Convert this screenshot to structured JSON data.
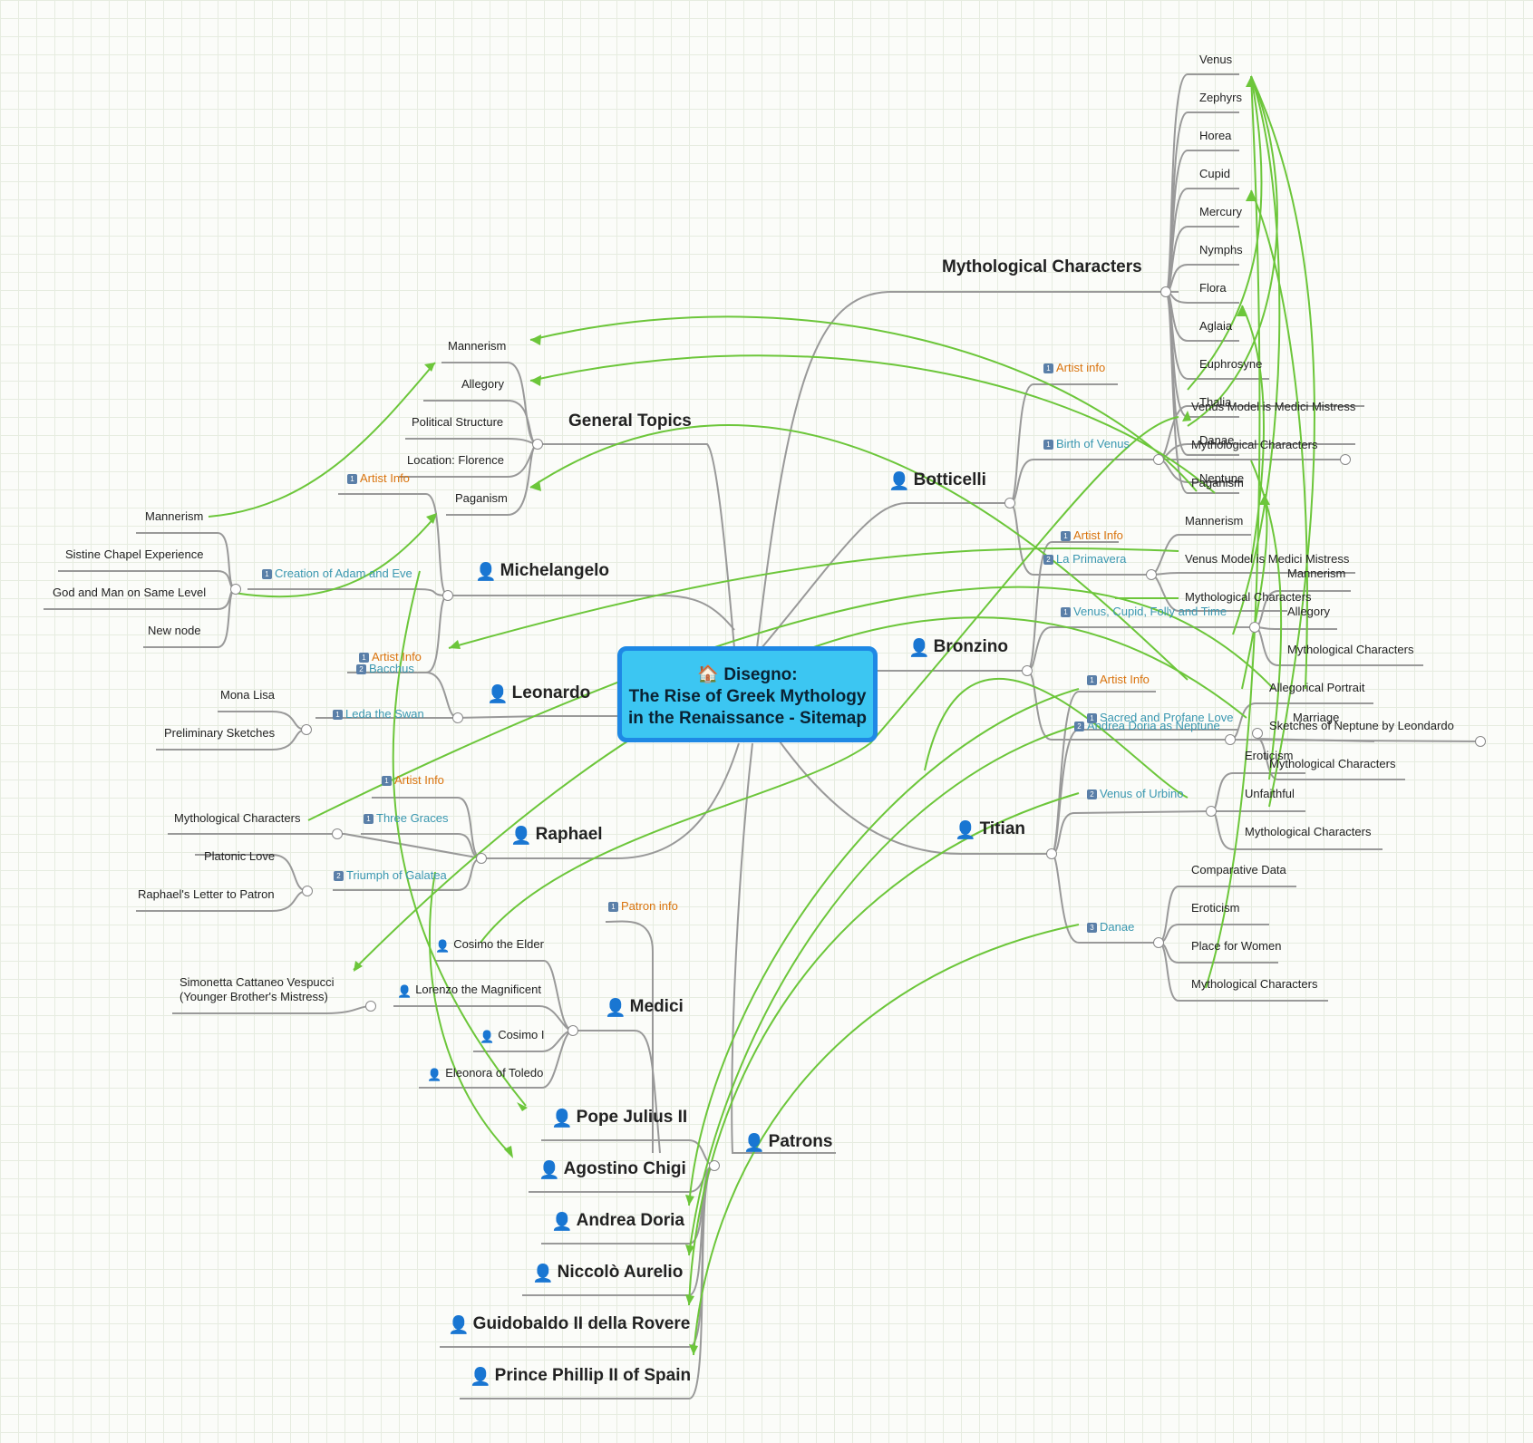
{
  "central": {
    "icon": "🏠",
    "line1": "Disegno:",
    "line2": "The Rise of Greek Mythology",
    "line3": "in the Renaissance - Sitemap"
  },
  "topics": {
    "general": "General Topics",
    "mythological": "Mythological Characters",
    "botticelli": "Botticelli",
    "bronzino": "Bronzino",
    "titian": "Titian",
    "michelangelo": "Michelangelo",
    "leonardo": "Leonardo",
    "raphael": "Raphael",
    "medici": "Medici",
    "patrons": "Patrons"
  },
  "general_topics": [
    "Mannerism",
    "Allegory",
    "Political Structure",
    "Location: Florence",
    "Paganism"
  ],
  "michelangelo": {
    "artist_info": "Artist Info",
    "work": "Creation of Adam and Eve",
    "sub": [
      "Mannerism",
      "Sistine Chapel Experience",
      "God and Man on Same Level",
      "New node"
    ]
  },
  "leonardo": {
    "artist_info": "Artist Info",
    "bacchus": "Bacchus",
    "work": "Leda the Swan",
    "sub": [
      "Mona Lisa",
      "Preliminary Sketches"
    ]
  },
  "raphael": {
    "artist_info": "Artist Info",
    "graces": "Three Graces",
    "galatea": "Triumph of Galatea",
    "sub": [
      "Mythological Characters",
      "Platonic Love",
      "Raphael's Letter to Patron"
    ]
  },
  "medici": {
    "patron_info": "Patron info",
    "members": [
      "Cosimo the Elder",
      "Lorenzo the Magnificent",
      "Cosimo I",
      "Eleonora of Toledo"
    ],
    "simonetta_line1": "Simonetta Cattaneo Vespucci",
    "simonetta_line2": "(Younger Brother's Mistress)"
  },
  "patrons": [
    "Pope Julius II",
    "Agostino Chigi",
    "Andrea Doria",
    "Niccolò Aurelio",
    "Guidobaldo II della Rovere",
    "Prince Phillip II of Spain"
  ],
  "mythological": [
    "Venus",
    "Zephyrs",
    "Horea",
    "Cupid",
    "Mercury",
    "Nymphs",
    "Flora",
    "Aglaia",
    "Euphrosyne",
    "Thalia",
    "Danae",
    "Neptune"
  ],
  "botticelli": {
    "artist_info": "Artist info",
    "birth": "Birth of Venus",
    "primavera": "La Primavera",
    "birth_sub": [
      "Venus Model is Medici Mistress",
      "Mythological Characters",
      "Paganism",
      "Mannerism"
    ],
    "primavera_sub": [
      "Venus Model is Medici Mistress",
      "Mythological Characters"
    ]
  },
  "bronzino": {
    "artist_info": "Artist Info",
    "venus_cupid": "Venus, Cupid, Folly and Time",
    "andrea_doria": "Andrea Doria as Neptune",
    "vc_sub": [
      "Mannerism",
      "Allegory",
      "Mythological Characters"
    ],
    "doria_sub": [
      "Allegorical Portrait",
      "Sketches of Neptune by Leondardo",
      "Mythological Characters"
    ]
  },
  "titian": {
    "artist_info": "Artist Info",
    "sacred_profane": "Sacred and Profane Love",
    "urbino": "Venus of Urbino",
    "danae": "Danae",
    "sp_sub": [
      "Marriage",
      "Eroticism",
      "Unfaithful",
      "Mythological Characters"
    ],
    "danae_sub": [
      "Comparative Data",
      "Eroticism",
      "Place for Women",
      "Mythological Characters"
    ]
  },
  "colors": {
    "central_fill": "#3cc6f2",
    "central_border": "#1e88e5",
    "relation_line": "#6cc63a",
    "branch_line": "#999999",
    "info_link": "#d9730d",
    "work_link": "#3a97b0"
  }
}
